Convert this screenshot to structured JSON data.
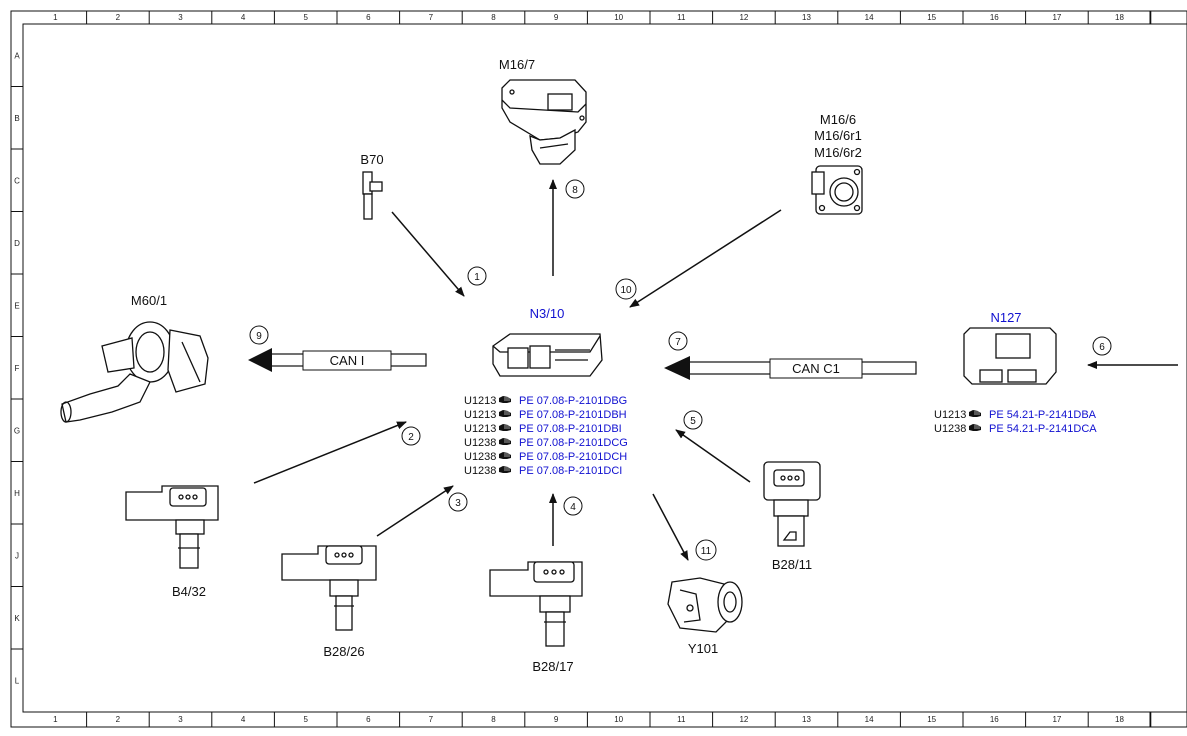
{
  "frame": {
    "columns": [
      "1",
      "2",
      "3",
      "4",
      "5",
      "6",
      "7",
      "8",
      "9",
      "10",
      "11",
      "12",
      "13",
      "14",
      "15",
      "16",
      "17",
      "18"
    ],
    "rows": [
      "A",
      "B",
      "C",
      "D",
      "E",
      "F",
      "G",
      "H",
      "J",
      "K",
      "L"
    ]
  },
  "components": {
    "m16_7": "M16/7",
    "m16_6_a": "M16/6",
    "m16_6_b": "M16/6r1",
    "m16_6_c": "M16/6r2",
    "b70": "B70",
    "m60_1": "M60/1",
    "n3_10": "N3/10",
    "n127": "N127",
    "b4_32": "B4/32",
    "b28_26": "B28/26",
    "b28_17": "B28/17",
    "b28_11": "B28/11",
    "y101": "Y101"
  },
  "buses": {
    "can_i": "CAN I",
    "can_c1": "CAN C1"
  },
  "arrow_numbers": [
    "1",
    "2",
    "3",
    "4",
    "5",
    "6",
    "7",
    "8",
    "9",
    "10",
    "11"
  ],
  "n3_10_refs": [
    {
      "code": "U1213",
      "doc": "PE 07.08-P-2101DBG"
    },
    {
      "code": "U1213",
      "doc": "PE 07.08-P-2101DBH"
    },
    {
      "code": "U1213",
      "doc": "PE 07.08-P-2101DBI"
    },
    {
      "code": "U1238",
      "doc": "PE 07.08-P-2101DCG"
    },
    {
      "code": "U1238",
      "doc": "PE 07.08-P-2101DCH"
    },
    {
      "code": "U1238",
      "doc": "PE 07.08-P-2101DCI"
    }
  ],
  "n127_refs": [
    {
      "code": "U1213",
      "doc": "PE 54.21-P-2141DBA"
    },
    {
      "code": "U1238",
      "doc": "PE 54.21-P-2141DCA"
    }
  ],
  "colors": {
    "link": "#1010d0",
    "line": "#111111"
  }
}
